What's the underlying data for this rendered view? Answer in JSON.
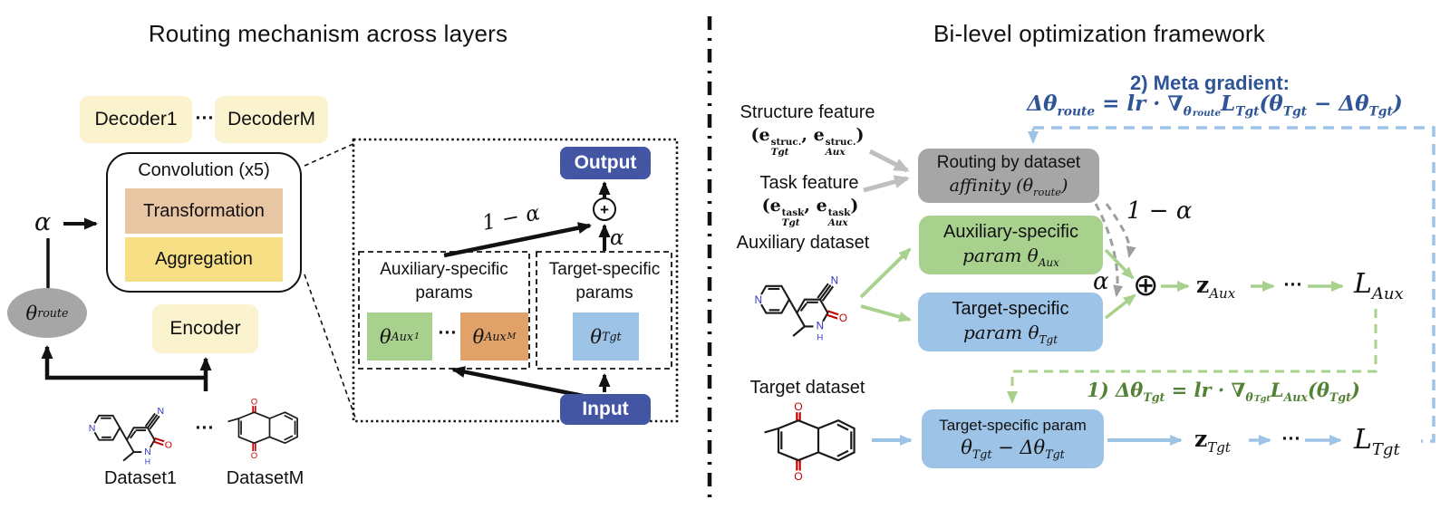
{
  "left": {
    "title": "Routing mechanism across layers",
    "decoder1": "Decoder1",
    "decoder_dots": "···",
    "decoderM": "DecoderM",
    "convolution": "Convolution (x5)",
    "transformation": "Transformation",
    "aggregation": "Aggregation",
    "alpha": "α",
    "theta_route": [
      {
        "t": "θ",
        "sub": "route"
      }
    ],
    "encoder": "Encoder",
    "mol_dots": "···",
    "dataset1": "Dataset1",
    "datasetM": "DatasetM",
    "detail": {
      "output": "Output",
      "plus": "+",
      "one_minus_alpha": "1 − α",
      "alpha": "α",
      "aux_label_1": "Auxiliary-specific",
      "aux_label_2": "params",
      "tgt_label_1": "Target-specific",
      "tgt_label_2": "params",
      "theta_aux1": [
        {
          "t": "θ",
          "sub": "Aux"
        },
        {
          "subsub": "1"
        }
      ],
      "dots": "···",
      "theta_auxM": [
        {
          "t": "θ",
          "sub": "Aux"
        },
        {
          "subsub": "M"
        }
      ],
      "theta_tgt": [
        {
          "t": "θ",
          "sub": "Tgt"
        }
      ],
      "input": "Input"
    }
  },
  "right": {
    "title": "Bi-level optimization framework",
    "meta_label": "2) Meta gradient:",
    "meta_formula": [
      {
        "t": "Δθ",
        "sub": "route"
      },
      {
        "t": " = lr · ∇",
        "sub": "θ"
      },
      {
        "subsub": "route"
      },
      {
        "t": "L",
        "sub": "Tgt"
      },
      {
        "t": "(θ",
        "sub": "Tgt"
      },
      {
        "t": " − Δθ",
        "sub": "Tgt"
      },
      {
        "t": ")"
      }
    ],
    "structure_label": "Structure feature",
    "structure_tuple": [
      {
        "t": "("
      },
      {
        "t": "e",
        "sup": "struc.",
        "sub": "Tgt"
      },
      {
        "t": ", "
      },
      {
        "t": "e",
        "sup": "struc.",
        "sub": "Aux"
      },
      {
        "t": ")"
      }
    ],
    "task_label": "Task feature",
    "task_tuple": [
      {
        "t": "("
      },
      {
        "t": "e",
        "sup": "task",
        "sub": "Tgt"
      },
      {
        "t": ", "
      },
      {
        "t": "e",
        "sup": "task",
        "sub": "Aux"
      },
      {
        "t": ")"
      }
    ],
    "aux_dataset_label": "Auxiliary dataset",
    "routing_line1": "Routing by dataset",
    "routing_line2": [
      {
        "t": "affinity (θ",
        "sub": "route"
      },
      {
        "t": ")"
      }
    ],
    "aux_box_line1": "Auxiliary-specific",
    "aux_box_line2": [
      {
        "t": "param θ",
        "sub": "Aux"
      }
    ],
    "tgt_box_line1": "Target-specific",
    "tgt_box_line2": [
      {
        "t": "param θ",
        "sub": "Tgt"
      }
    ],
    "one_minus_alpha": "1 − α",
    "alpha": "α",
    "oplus": "⊕",
    "z_aux": [
      {
        "t": "z",
        "sub": "Aux"
      }
    ],
    "dots_aux": "···",
    "l_aux": [
      {
        "t": "L",
        "sub": "Aux"
      }
    ],
    "target_dataset_label": "Target dataset",
    "inner_formula": [
      {
        "t": "1) Δθ",
        "sub": "Tgt"
      },
      {
        "t": " = lr · ∇",
        "sub": "θ"
      },
      {
        "subsub": "Tgt"
      },
      {
        "t": "L",
        "sub": "Aux"
      },
      {
        "t": "(θ",
        "sub": "Tgt"
      },
      {
        "t": ")"
      }
    ],
    "bottom_box_line1": "Target-specific param",
    "bottom_box_line2": [
      {
        "t": "θ",
        "sub": "Tgt"
      },
      {
        "t": " − Δθ",
        "sub": "Tgt"
      }
    ],
    "z_tgt": [
      {
        "t": "z",
        "sub": "Tgt"
      }
    ],
    "dots_tgt": "···",
    "l_tgt": [
      {
        "t": "L",
        "sub": "Tgt"
      }
    ]
  },
  "colors": {
    "pale_yellow": "#FBF2CE",
    "tan": "#E8C5A3",
    "yellow": "#F6DF85",
    "green": "#A9D18E",
    "orange": "#E0A269",
    "light_blue": "#9DC3E6",
    "dark_blue": "#4356A4",
    "gray": "#A6A6A6",
    "gray_arrow": "#BFBFBF",
    "gray_dash": "#9E9E9E",
    "blue_text": "#2F5597",
    "green_text": "#538135"
  }
}
